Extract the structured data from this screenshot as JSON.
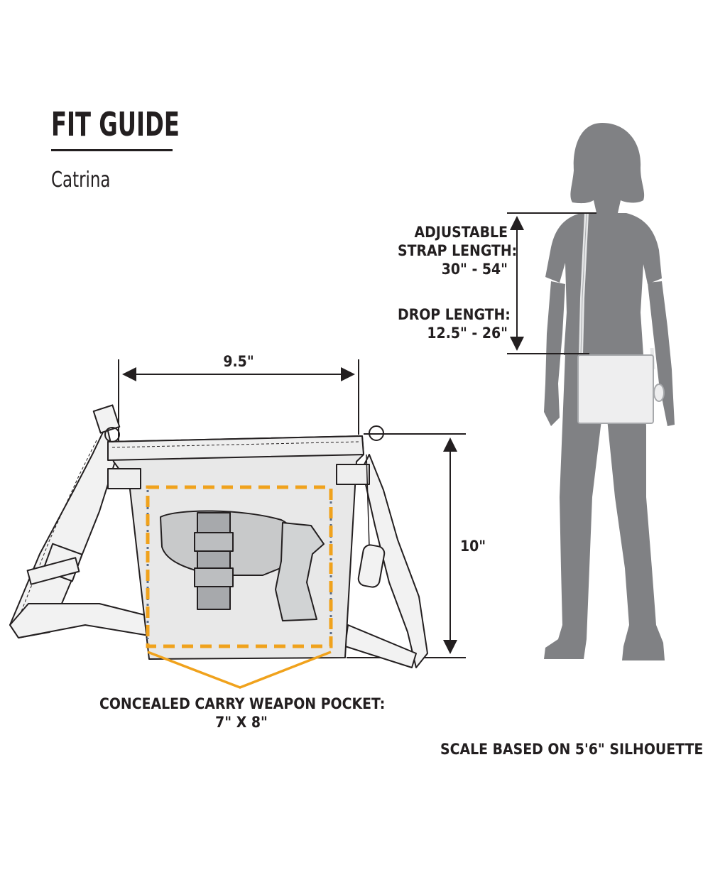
{
  "title": "FIT GUIDE",
  "subtitle": "Catrina",
  "strap": {
    "label_line1": "ADJUSTABLE",
    "label_line2": "STRAP LENGTH:",
    "value": "30\" - 54\""
  },
  "drop": {
    "label": "DROP LENGTH:",
    "value": "12.5\" - 26\""
  },
  "dimensions": {
    "width": "9.5\"",
    "height": "10\""
  },
  "pocket": {
    "label": "CONCEALED CARRY WEAPON POCKET:",
    "value": "7\" X 8\""
  },
  "scale_note": "SCALE BASED ON 5'6\" SILHOUETTE",
  "colors": {
    "ink": "#231f20",
    "silhouette": "#808184",
    "bag_fill": "#e8e8e8",
    "pocket_outline": "#f0a21c"
  }
}
